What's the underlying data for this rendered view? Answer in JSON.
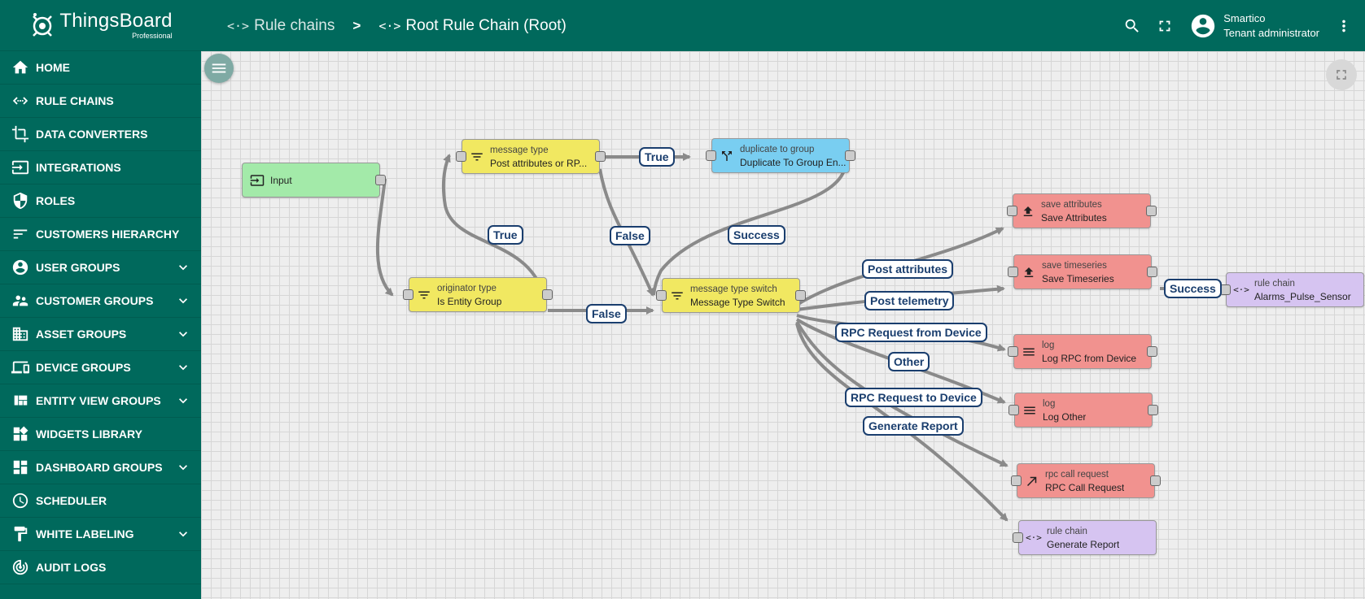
{
  "brand": {
    "name": "ThingsBoard",
    "edition": "Professional"
  },
  "sidebar": {
    "items": [
      {
        "label": "HOME",
        "icon": "home-icon",
        "expandable": false
      },
      {
        "label": "RULE CHAINS",
        "icon": "rule-chain-icon",
        "expandable": false
      },
      {
        "label": "DATA CONVERTERS",
        "icon": "crop-icon",
        "expandable": false
      },
      {
        "label": "INTEGRATIONS",
        "icon": "input-icon",
        "expandable": false
      },
      {
        "label": "ROLES",
        "icon": "shield-icon",
        "expandable": false
      },
      {
        "label": "CUSTOMERS HIERARCHY",
        "icon": "sort-icon",
        "expandable": false
      },
      {
        "label": "USER GROUPS",
        "icon": "account-circle-icon",
        "expandable": true
      },
      {
        "label": "CUSTOMER GROUPS",
        "icon": "supervisor-icon",
        "expandable": true
      },
      {
        "label": "ASSET GROUPS",
        "icon": "domain-icon",
        "expandable": true
      },
      {
        "label": "DEVICE GROUPS",
        "icon": "devices-icon",
        "expandable": true
      },
      {
        "label": "ENTITY VIEW GROUPS",
        "icon": "view-quilt-icon",
        "expandable": true
      },
      {
        "label": "WIDGETS LIBRARY",
        "icon": "widgets-icon",
        "expandable": false
      },
      {
        "label": "DASHBOARD GROUPS",
        "icon": "dashboard-icon",
        "expandable": true
      },
      {
        "label": "SCHEDULER",
        "icon": "schedule-icon",
        "expandable": false
      },
      {
        "label": "WHITE LABELING",
        "icon": "format-paint-icon",
        "expandable": true
      },
      {
        "label": "AUDIT LOGS",
        "icon": "track-changes-icon",
        "expandable": false
      }
    ]
  },
  "header": {
    "breadcrumbs": [
      "Rule chains",
      "Root Rule Chain (Root)"
    ],
    "separator": ">",
    "user": {
      "name": "Smartico",
      "role": "Tenant administrator"
    }
  },
  "nodes": {
    "input": {
      "type": "",
      "name": "Input"
    },
    "msg_type_filter": {
      "type": "message type",
      "name": "Post attributes or RP..."
    },
    "dup_group": {
      "type": "duplicate to group",
      "name": "Duplicate To Group En..."
    },
    "originator_type": {
      "type": "originator type",
      "name": "Is Entity Group"
    },
    "msg_type_switch": {
      "type": "message type switch",
      "name": "Message Type Switch"
    },
    "save_attributes": {
      "type": "save attributes",
      "name": "Save Attributes"
    },
    "save_timeseries": {
      "type": "save timeseries",
      "name": "Save Timeseries"
    },
    "rc_alarms": {
      "type": "rule chain",
      "name": "Alarms_Pulse_Sensor"
    },
    "log_rpc": {
      "type": "log",
      "name": "Log RPC from Device"
    },
    "log_other": {
      "type": "log",
      "name": "Log Other"
    },
    "rpc_call": {
      "type": "rpc call request",
      "name": "RPC Call Request"
    },
    "rc_report": {
      "type": "rule chain",
      "name": "Generate Report"
    }
  },
  "edges": {
    "true_top": "True",
    "true_left": "True",
    "false_top": "False",
    "false_mid": "False",
    "success_dup": "Success",
    "post_attributes": "Post attributes",
    "post_telemetry": "Post telemetry",
    "rpc_from_device": "RPC Request from Device",
    "other": "Other",
    "rpc_to_device": "RPC Request to Device",
    "generate_report": "Generate Report",
    "success_ts": "Success"
  },
  "colors": {
    "primary": "#00695c",
    "input_node": "#a3eaa9",
    "filter_node": "#f1e861",
    "action_node": "#f1928f",
    "transform_node": "#79cef1",
    "flow_node": "#d6c4f1",
    "edge_label": "#1a3e6e"
  }
}
